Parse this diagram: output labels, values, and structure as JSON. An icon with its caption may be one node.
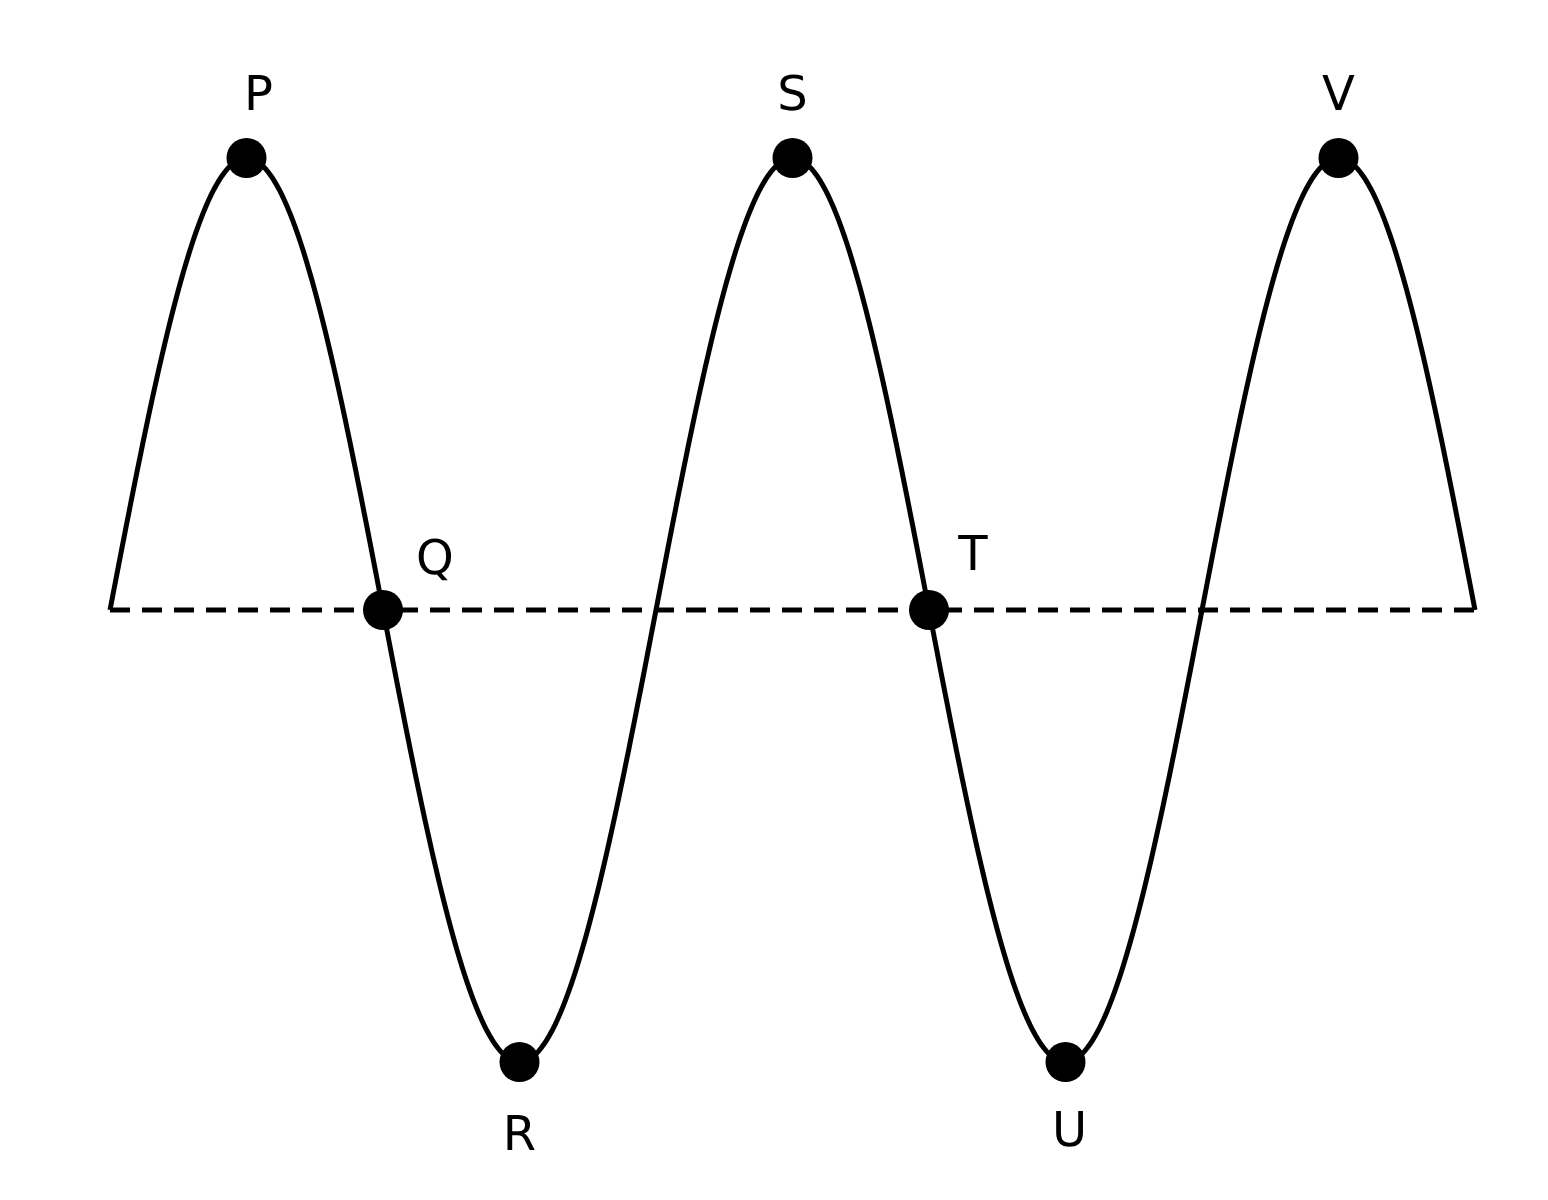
{
  "diagram": {
    "labels": [
      "P",
      "S",
      "V",
      "Q",
      "T",
      "R",
      "U"
    ]
  }
}
